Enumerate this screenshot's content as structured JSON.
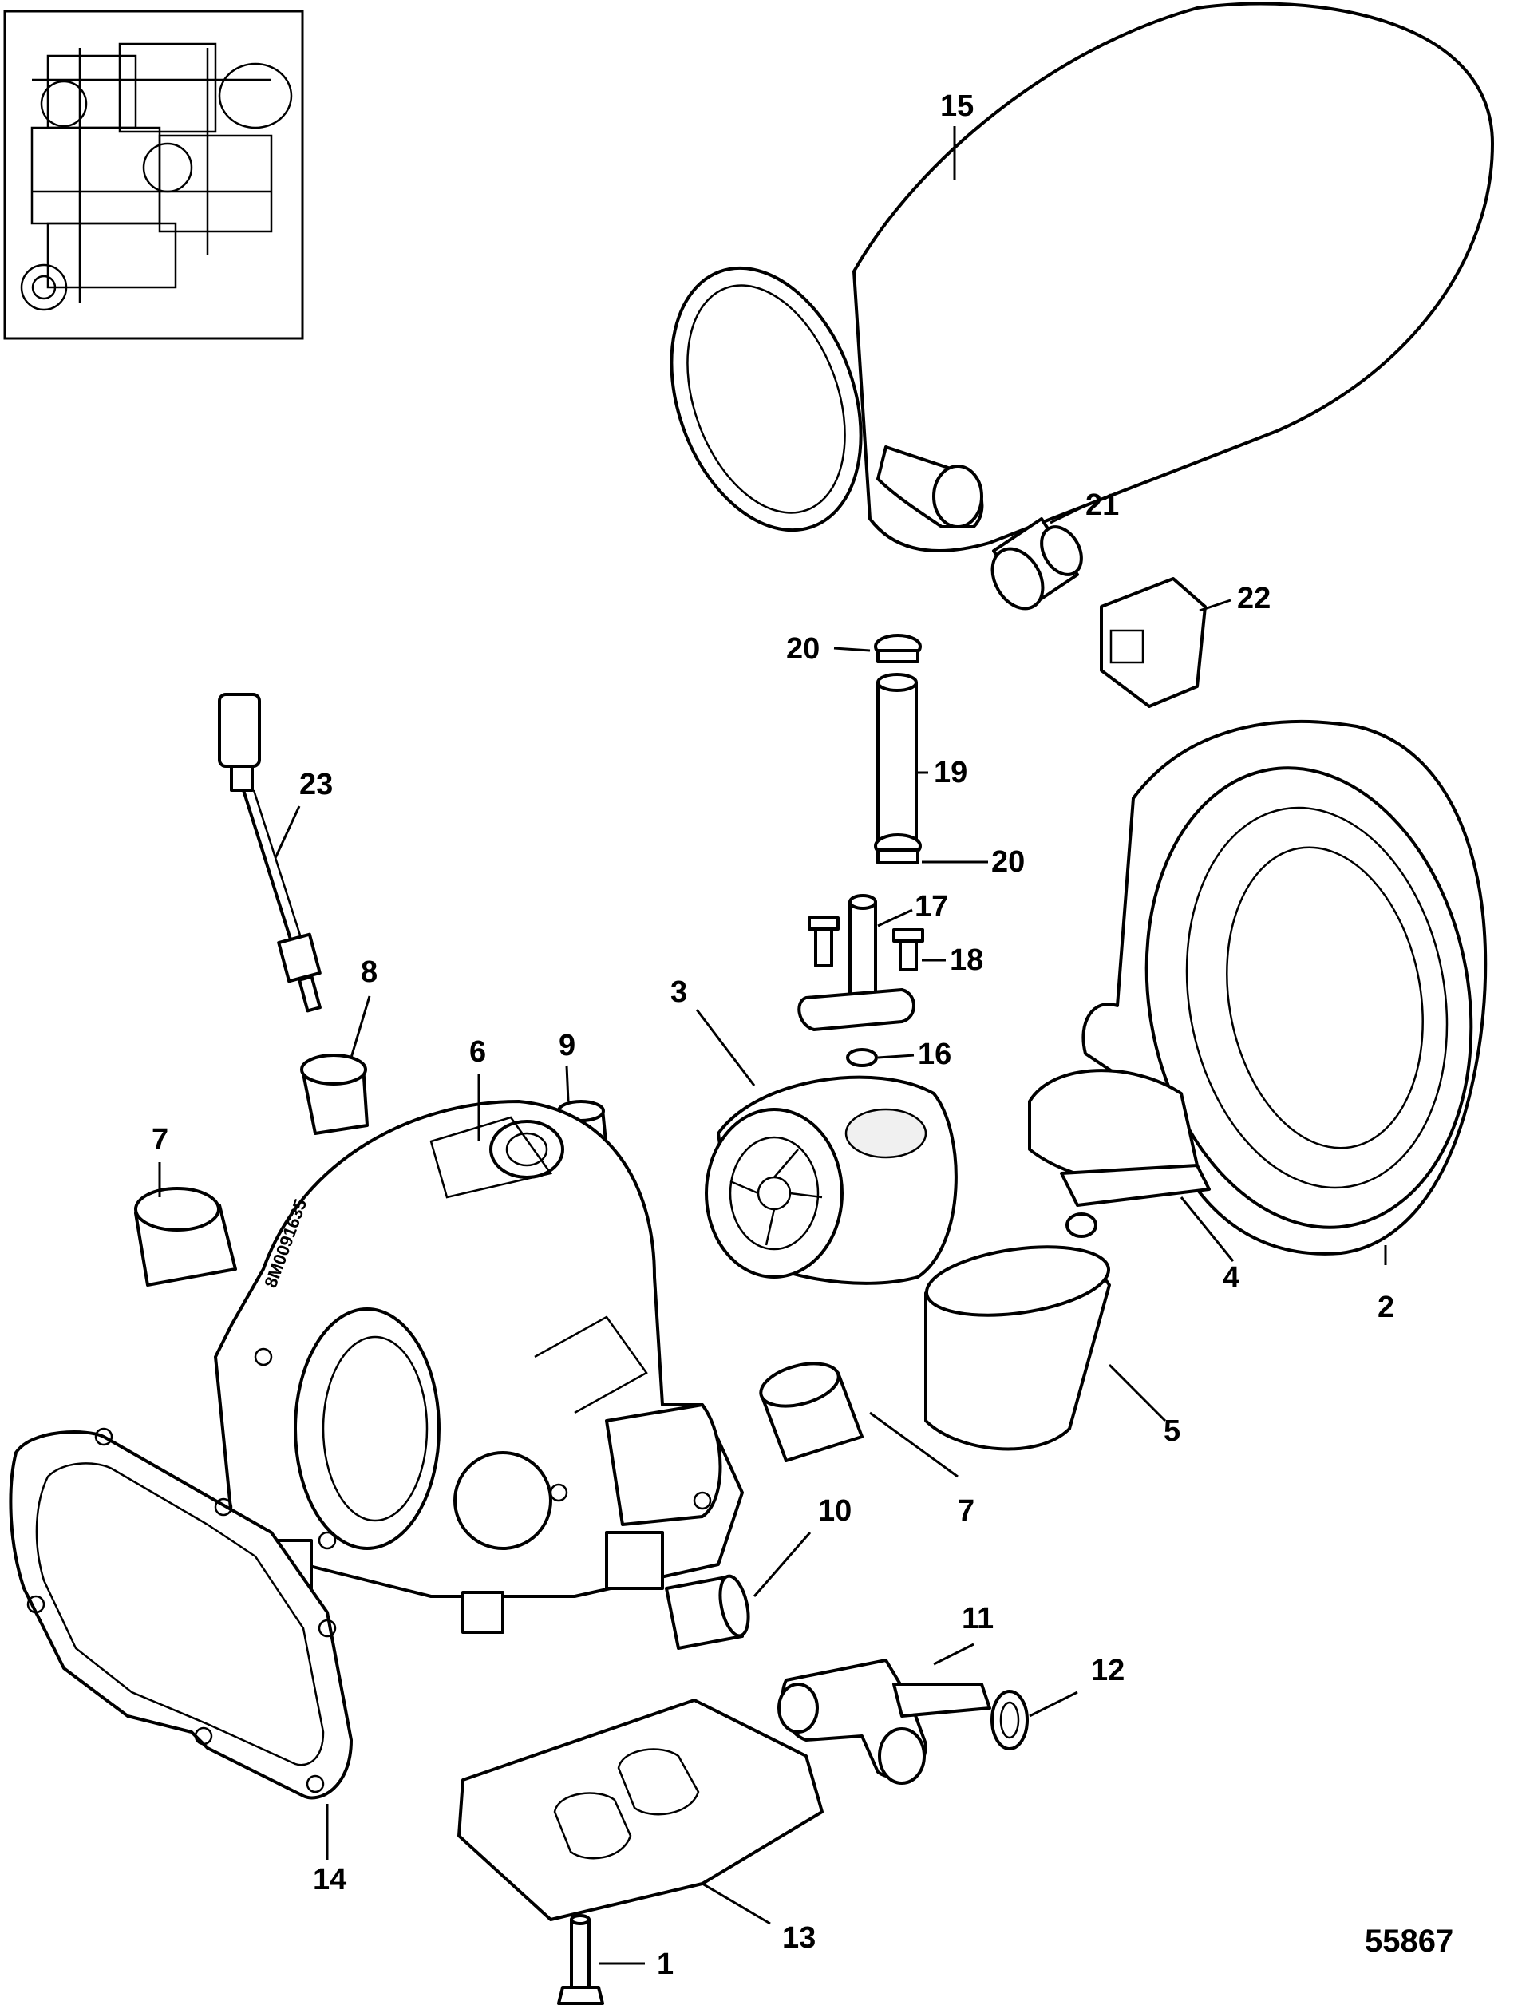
{
  "figure_number": "55867",
  "callouts": {
    "c1": "1",
    "c2": "2",
    "c3": "3",
    "c4": "4",
    "c5": "5",
    "c6": "6",
    "c7a": "7",
    "c7b": "7",
    "c8": "8",
    "c9": "9",
    "c10": "10",
    "c11": "11",
    "c12": "12",
    "c13": "13",
    "c14": "14",
    "c15": "15",
    "c16": "16",
    "c17": "17",
    "c18": "18",
    "c19": "19",
    "c20a": "20",
    "c20b": "20",
    "c21": "21",
    "c22": "22",
    "c23": "23"
  },
  "housing_stamp": "8M0091635"
}
